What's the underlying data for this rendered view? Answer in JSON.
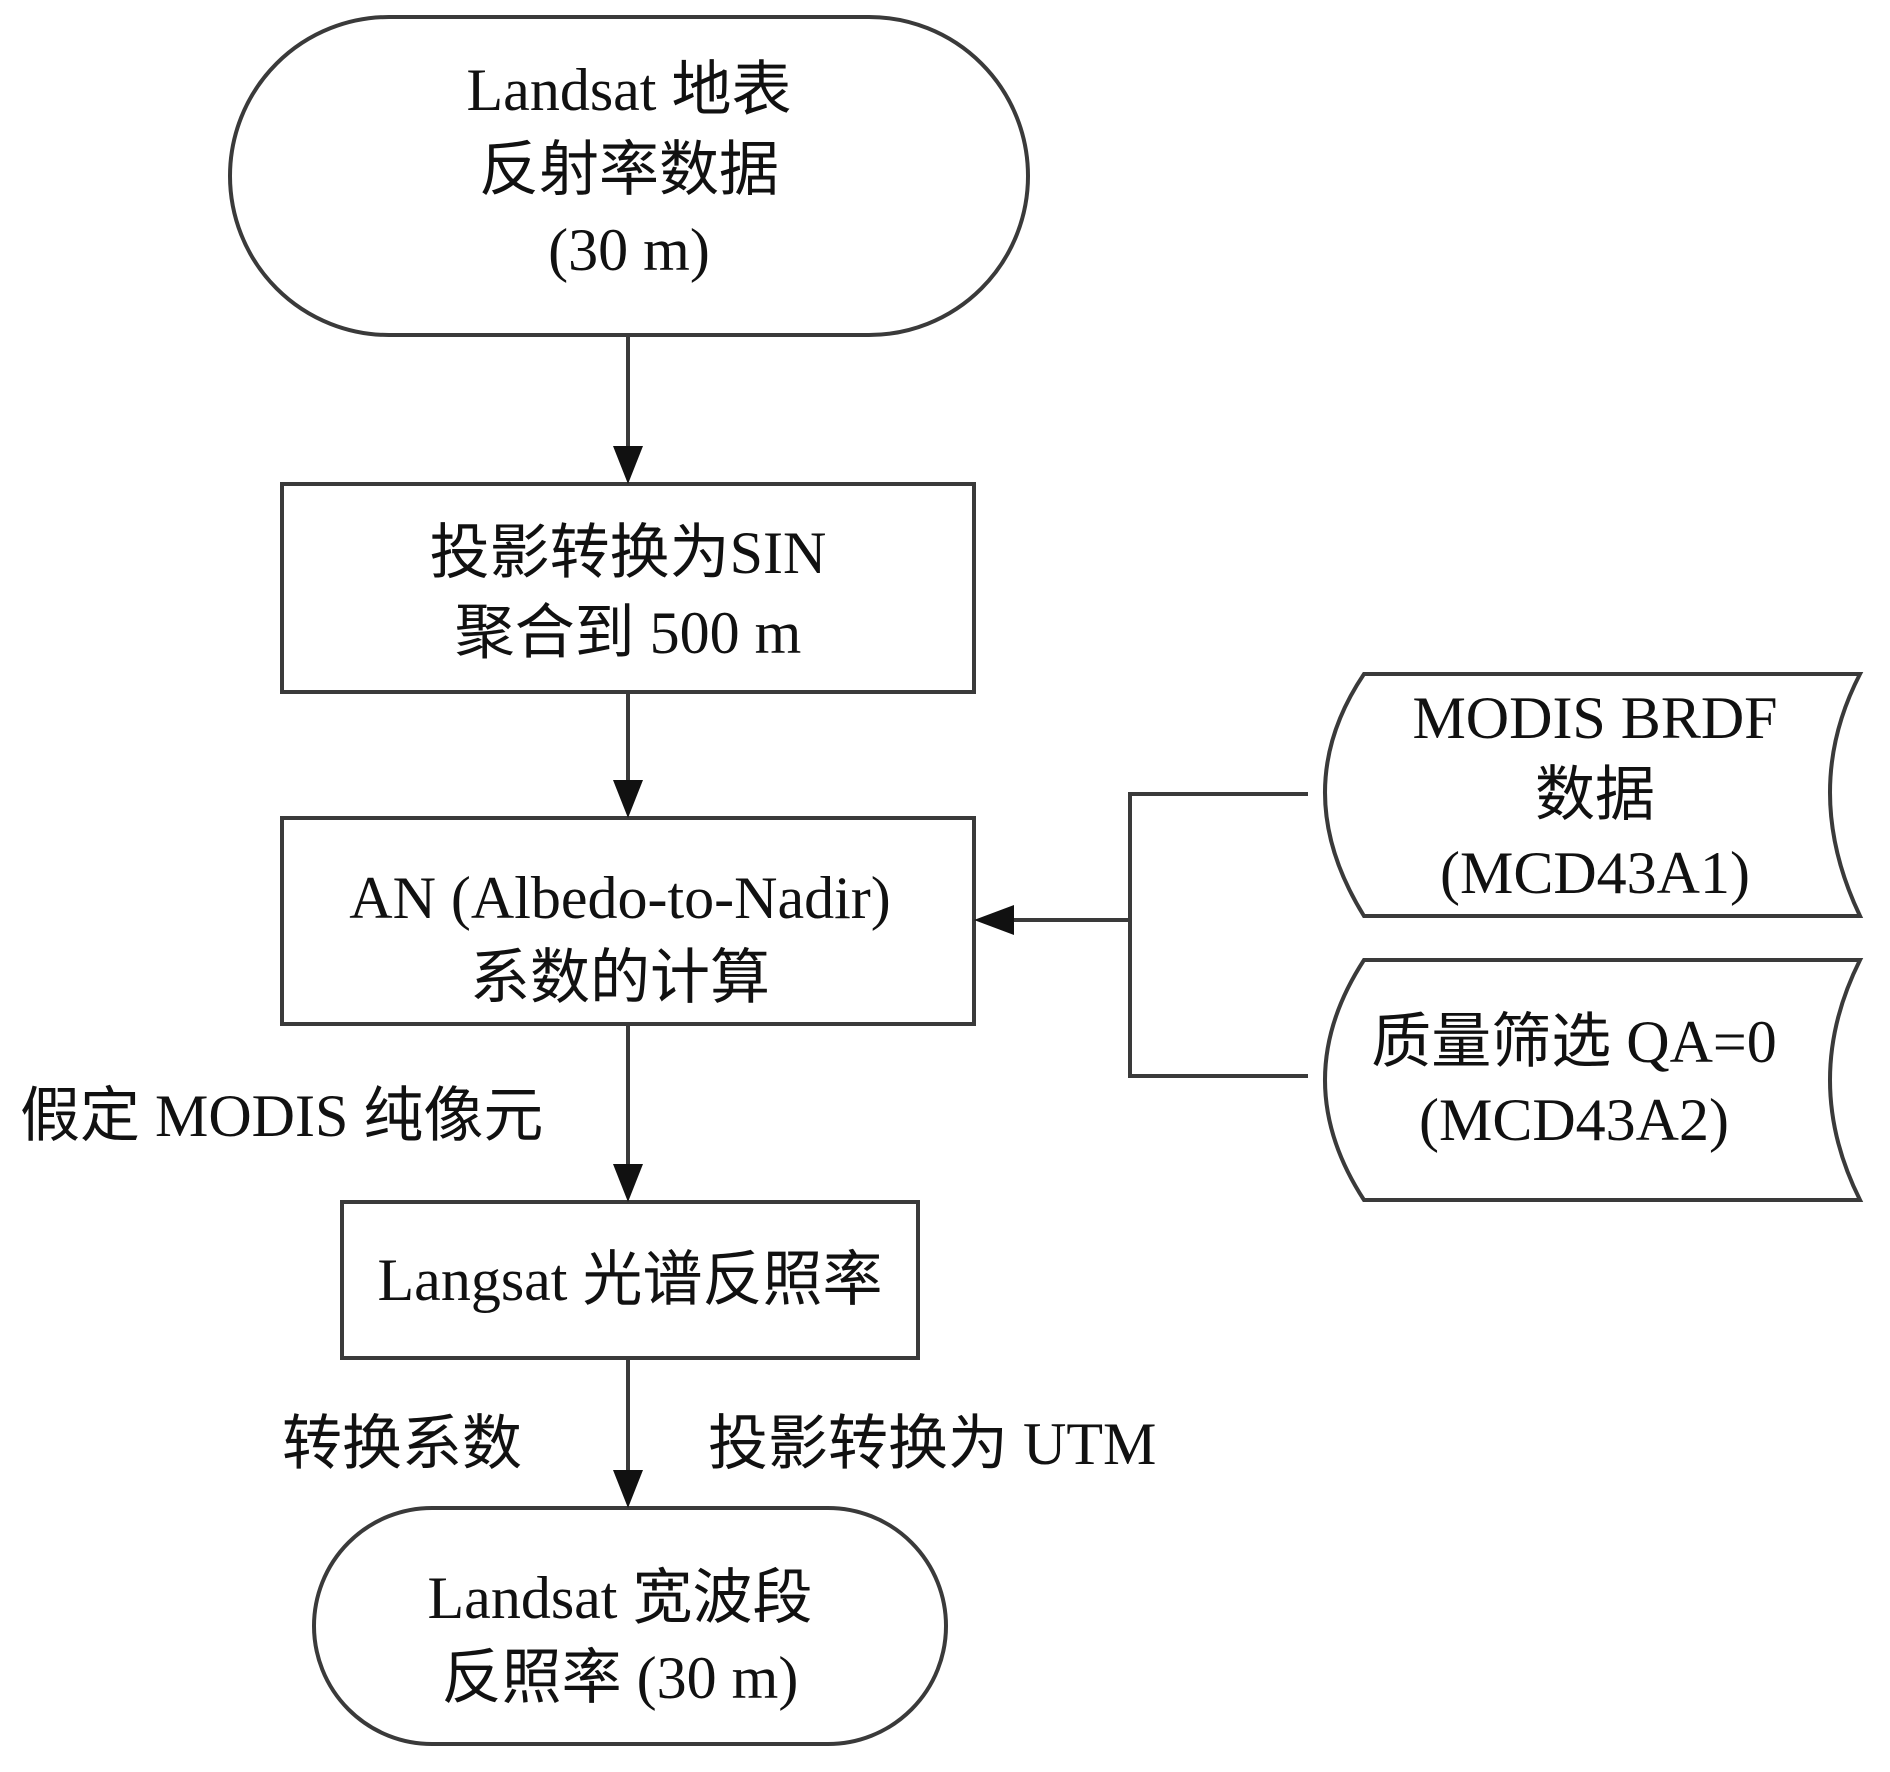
{
  "nodes": {
    "landsat_input": {
      "lines": [
        "Landsat 地表",
        "反射率数据",
        "(30 m)"
      ]
    },
    "projection_sin": {
      "lines": [
        "投影转换为SIN",
        "聚合到 500 m"
      ]
    },
    "an_calculation": {
      "lines": [
        "AN (Albedo-to-Nadir)",
        "系数的计算"
      ]
    },
    "spectral_albedo": {
      "lines": [
        "Langsat 光谱反照率"
      ]
    },
    "broadband_albedo": {
      "lines": [
        "Landsat 宽波段",
        "反照率 (30 m)"
      ]
    },
    "modis_brdf": {
      "lines": [
        "MODIS BRDF",
        "数据",
        "(MCD43A1)"
      ]
    },
    "quality_filter": {
      "lines": [
        "质量筛选 QA=0",
        "(MCD43A2)"
      ]
    }
  },
  "edge_labels": {
    "assume_pure_pixel": "假定 MODIS 纯像元",
    "conversion_coeff": "转换系数",
    "projection_utm": "投影转换为 UTM"
  }
}
